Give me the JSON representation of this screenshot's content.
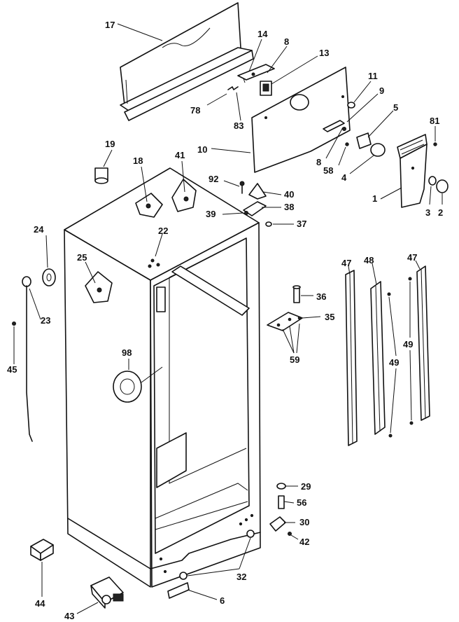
{
  "callouts": [
    {
      "key": "c17",
      "text": "17"
    },
    {
      "key": "c14",
      "text": "14"
    },
    {
      "key": "c8a",
      "text": "8"
    },
    {
      "key": "c13",
      "text": "13"
    },
    {
      "key": "c11",
      "text": "11"
    },
    {
      "key": "c9",
      "text": "9"
    },
    {
      "key": "c5",
      "text": "5"
    },
    {
      "key": "c81",
      "text": "81"
    },
    {
      "key": "c78",
      "text": "78"
    },
    {
      "key": "c83",
      "text": "83"
    },
    {
      "key": "c10",
      "text": "10"
    },
    {
      "key": "c8b",
      "text": "8"
    },
    {
      "key": "c58",
      "text": "58"
    },
    {
      "key": "c4",
      "text": "4"
    },
    {
      "key": "c1",
      "text": "1"
    },
    {
      "key": "c3",
      "text": "3"
    },
    {
      "key": "c2",
      "text": "2"
    },
    {
      "key": "c19",
      "text": "19"
    },
    {
      "key": "c18",
      "text": "18"
    },
    {
      "key": "c41",
      "text": "41"
    },
    {
      "key": "c92",
      "text": "92"
    },
    {
      "key": "c40",
      "text": "40"
    },
    {
      "key": "c38",
      "text": "38"
    },
    {
      "key": "c39",
      "text": "39"
    },
    {
      "key": "c37",
      "text": "37"
    },
    {
      "key": "c24",
      "text": "24"
    },
    {
      "key": "c22",
      "text": "22"
    },
    {
      "key": "c25",
      "text": "25"
    },
    {
      "key": "c23",
      "text": "23"
    },
    {
      "key": "c45",
      "text": "45"
    },
    {
      "key": "c98",
      "text": "98"
    },
    {
      "key": "c47a",
      "text": "47"
    },
    {
      "key": "c48",
      "text": "48"
    },
    {
      "key": "c47b",
      "text": "47"
    },
    {
      "key": "c36",
      "text": "36"
    },
    {
      "key": "c35",
      "text": "35"
    },
    {
      "key": "c59",
      "text": "59"
    },
    {
      "key": "c49a",
      "text": "49"
    },
    {
      "key": "c49b",
      "text": "49"
    },
    {
      "key": "c29",
      "text": "29"
    },
    {
      "key": "c56",
      "text": "56"
    },
    {
      "key": "c30",
      "text": "30"
    },
    {
      "key": "c42",
      "text": "42"
    },
    {
      "key": "c32",
      "text": "32"
    },
    {
      "key": "c6",
      "text": "6"
    },
    {
      "key": "c44",
      "text": "44"
    },
    {
      "key": "c43",
      "text": "43"
    }
  ]
}
